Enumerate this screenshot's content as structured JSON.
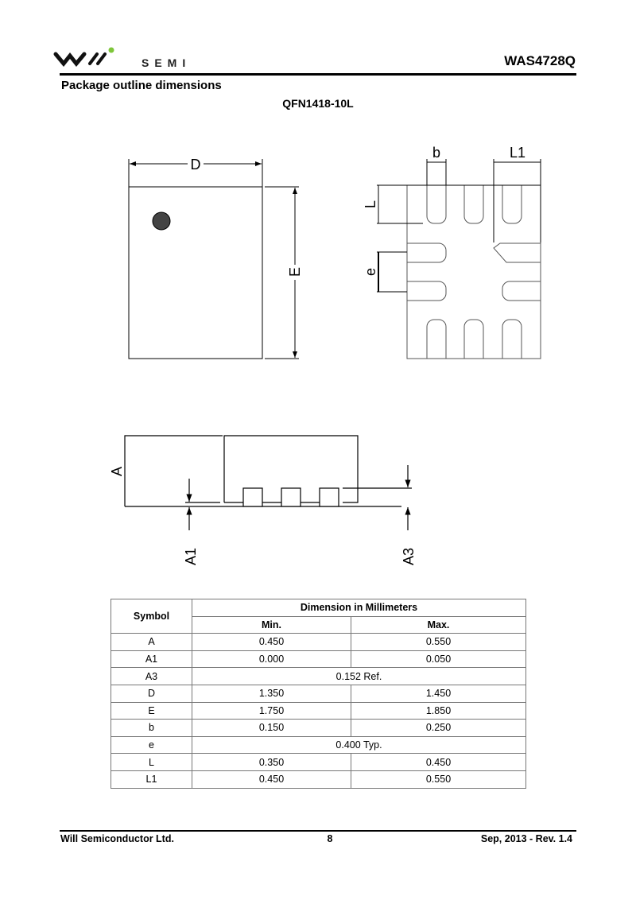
{
  "header": {
    "logo_text": "SEMI",
    "part_number": "WAS4728Q"
  },
  "title": "Package outline dimensions",
  "package": "QFN1418-10L",
  "diagram_labels": {
    "D": "D",
    "E": "E",
    "b": "b",
    "L1": "L1",
    "L": "L",
    "e": "e",
    "A": "A",
    "A1": "A1",
    "A3": "A3"
  },
  "table": {
    "symbol_header": "Symbol",
    "dimension_header": "Dimension in Millimeters",
    "min_header": "Min.",
    "max_header": "Max.",
    "rows": [
      {
        "symbol": "A",
        "min": "0.450",
        "max": "0.550"
      },
      {
        "symbol": "A1",
        "min": "0.000",
        "max": "0.050"
      },
      {
        "symbol": "A3",
        "span": "0.152 Ref."
      },
      {
        "symbol": "D",
        "min": "1.350",
        "max": "1.450"
      },
      {
        "symbol": "E",
        "min": "1.750",
        "max": "1.850"
      },
      {
        "symbol": "b",
        "min": "0.150",
        "max": "0.250"
      },
      {
        "symbol": "e",
        "span": "0.400 Typ."
      },
      {
        "symbol": "L",
        "min": "0.350",
        "max": "0.450"
      },
      {
        "symbol": "L1",
        "min": "0.450",
        "max": "0.550"
      }
    ]
  },
  "footer": {
    "company": "Will Semiconductor Ltd.",
    "page": "8",
    "date_rev": "Sep, 2013 - Rev. 1.4"
  }
}
